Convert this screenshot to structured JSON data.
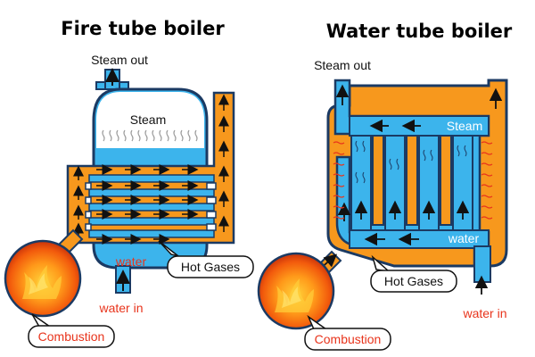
{
  "fire_tube": {
    "title": "Fire tube boiler",
    "steam_out": "Steam out",
    "steam": "Steam",
    "water": "water",
    "water_in": "water in",
    "hot_gases": "Hot Gases",
    "combustion": "Combustion"
  },
  "water_tube": {
    "title": "Water tube boiler",
    "steam_out": "Steam out",
    "steam": "Steam",
    "water": "water",
    "water_in": "water in",
    "hot_gases": "Hot Gases",
    "combustion": "Combustion"
  },
  "colors": {
    "water": "#3cb4ec",
    "gas": "#f7981d",
    "outline": "#1b3a63",
    "label_red": "#e8341c"
  }
}
